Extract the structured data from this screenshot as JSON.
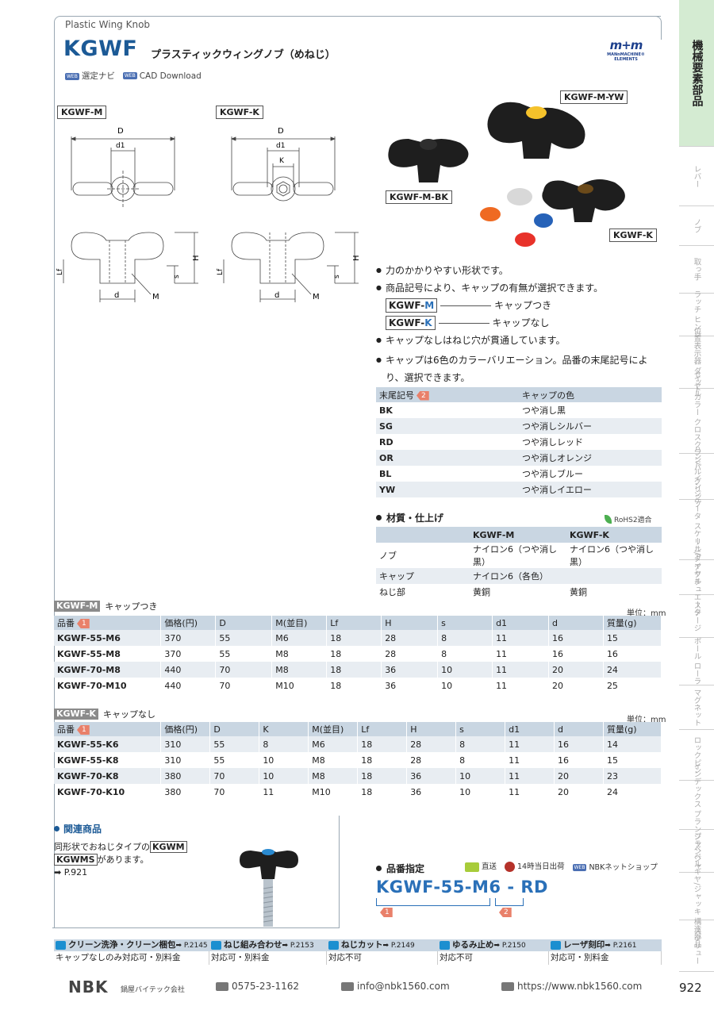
{
  "header": {
    "subtitle_en": "Plastic Wing Knob",
    "model": "KGWF",
    "title_jp": "プラスティックウィングノブ（めねじ）",
    "brand_logo": "m+m",
    "brand_text": "MANnMACHINE® ELEMENTS",
    "link1_badge": "WEB",
    "link1": "選定ナビ",
    "link2_badge": "WEB",
    "link2": "CAD Download"
  },
  "drawings": {
    "m_tag": "KGWF-M",
    "k_tag": "KGWF-K",
    "dim_D": "D",
    "dim_d1": "d1",
    "dim_K": "K",
    "dim_Lf": "Lf",
    "dim_H": "H",
    "dim_s": "s",
    "dim_d": "d",
    "dim_M": "M"
  },
  "photos": {
    "tag_yw": "KGWF-M-YW",
    "tag_bk": "KGWF-M-BK",
    "tag_k": "KGWF-K"
  },
  "features": {
    "b1": "力のかかりやすい形状です。",
    "b2": "商品記号により、キャップの有無が選択できます。",
    "code_m_prefix": "KGWF-",
    "code_m_suffix": "M",
    "code_m_desc": "キャップつき",
    "code_k_prefix": "KGWF-",
    "code_k_suffix": "K",
    "code_k_desc": "キャップなし",
    "b3": "キャップなしはねじ穴が貫通しています。",
    "b4": "キャップは6色のカラーバリエーション。品番の末尾記号により、選択できます。"
  },
  "colors_table": {
    "h1": "末尾記号",
    "h1_marker": "2",
    "h2": "キャップの色",
    "rows": [
      {
        "code": "BK",
        "color": "つや消し黒"
      },
      {
        "code": "SG",
        "color": "つや消しシルバー"
      },
      {
        "code": "RD",
        "color": "つや消しレッド"
      },
      {
        "code": "OR",
        "color": "つや消しオレンジ"
      },
      {
        "code": "BL",
        "color": "つや消しブルー"
      },
      {
        "code": "YW",
        "color": "つや消しイエロー"
      }
    ]
  },
  "materials": {
    "title": "材質・仕上げ",
    "rohs": "RoHS2適合",
    "h1": "KGWF-M",
    "h2": "KGWF-K",
    "rows": [
      {
        "part": "ノブ",
        "m": "ナイロン6（つや消し黒）",
        "k": "ナイロン6（つや消し黒）"
      },
      {
        "part": "キャップ",
        "m": "ナイロン6（各色）",
        "k": ""
      },
      {
        "part": "ねじ部",
        "m": "黄銅",
        "k": "黄銅"
      }
    ]
  },
  "table_m": {
    "label": "KGWF-M",
    "label_desc": "キャップつき",
    "unit": "単位：mm",
    "headers": [
      "品番",
      "価格(円)",
      "D",
      "M(並目)",
      "Lf",
      "H",
      "s",
      "d1",
      "d",
      "質量(g)"
    ],
    "marker": "1",
    "rows": [
      [
        "KGWF-55-M6",
        "370",
        "55",
        "M6",
        "18",
        "28",
        "8",
        "11",
        "16",
        "15"
      ],
      [
        "KGWF-55-M8",
        "370",
        "55",
        "M8",
        "18",
        "28",
        "8",
        "11",
        "16",
        "16"
      ],
      [
        "KGWF-70-M8",
        "440",
        "70",
        "M8",
        "18",
        "36",
        "10",
        "11",
        "20",
        "24"
      ],
      [
        "KGWF-70-M10",
        "440",
        "70",
        "M10",
        "18",
        "36",
        "10",
        "11",
        "20",
        "25"
      ]
    ]
  },
  "table_k": {
    "label": "KGWF-K",
    "label_desc": "キャップなし",
    "unit": "単位：mm",
    "headers": [
      "品番",
      "価格(円)",
      "D",
      "K",
      "M(並目)",
      "Lf",
      "H",
      "s",
      "d1",
      "d",
      "質量(g)"
    ],
    "marker": "1",
    "rows": [
      [
        "KGWF-55-K6",
        "310",
        "55",
        "8",
        "M6",
        "18",
        "28",
        "8",
        "11",
        "16",
        "14"
      ],
      [
        "KGWF-55-K8",
        "310",
        "55",
        "10",
        "M8",
        "18",
        "28",
        "8",
        "11",
        "16",
        "15"
      ],
      [
        "KGWF-70-K8",
        "380",
        "70",
        "10",
        "M8",
        "18",
        "36",
        "10",
        "11",
        "20",
        "23"
      ],
      [
        "KGWF-70-K10",
        "380",
        "70",
        "11",
        "M10",
        "18",
        "36",
        "10",
        "11",
        "20",
        "24"
      ]
    ]
  },
  "related": {
    "title": "関連商品",
    "line1_pre": "同形状でおねじタイプの",
    "box1": "KGWM",
    "box2": "KGWMS",
    "line2_post": "があります。",
    "ref": "➡ P.921"
  },
  "order": {
    "title": "品番指定",
    "ship": "直送",
    "sameday": "14時当日出荷",
    "web_badge": "WEB",
    "shop": "NBKネットショップ",
    "code_main": "KGWF-55-M6",
    "code_sep": "-",
    "code_suffix": "RD",
    "m1": "1",
    "m2": "2"
  },
  "options": [
    {
      "title": "クリーン洗浄・クリーン梱包",
      "ref": "➡ P.2145",
      "value": "キャップなしのみ対応可・別料金"
    },
    {
      "title": "ねじ組み合わせ",
      "ref": "➡ P.2153",
      "value": "対応可・別料金"
    },
    {
      "title": "ねじカット",
      "ref": "➡ P.2149",
      "value": "対応不可"
    },
    {
      "title": "ゆるみ止め",
      "ref": "➡ P.2150",
      "value": "対応不可"
    },
    {
      "title": "レーザ刻印",
      "ref": "➡ P.2161",
      "value": "対応可・別料金"
    }
  ],
  "footer": {
    "logo": "NBK",
    "company": "鍋屋バイテック会社",
    "tel": "0575-23-1162",
    "mail": "info@nbk1560.com",
    "web": "https://www.nbk1560.com",
    "page": "922"
  },
  "sidebar": [
    "機械要素部品",
    "レバー",
    "ノブ",
    "取っ手",
    "ラッチ ヒンジ",
    "位置表示器 ダイヤル",
    "セットカラー クロスクランパ",
    "ハンドル グリップ",
    "インジケータ スケール/ダイヤル",
    "リニア アクチュエータ",
    "ステージ",
    "ボール ローラ",
    "マグネット",
    "ロックピン",
    "インデックス プランジャ",
    "プランジャ",
    "ベベルギヤ/ジャッキ 構造部品",
    "スクリュー"
  ],
  "accent_colors": {
    "brand_blue": "#1c5a96",
    "code_blue": "#2a70b8",
    "table_header": "#c9d6e2",
    "marker": "#e9806a",
    "sidebar_active": "#d4ebd2"
  }
}
